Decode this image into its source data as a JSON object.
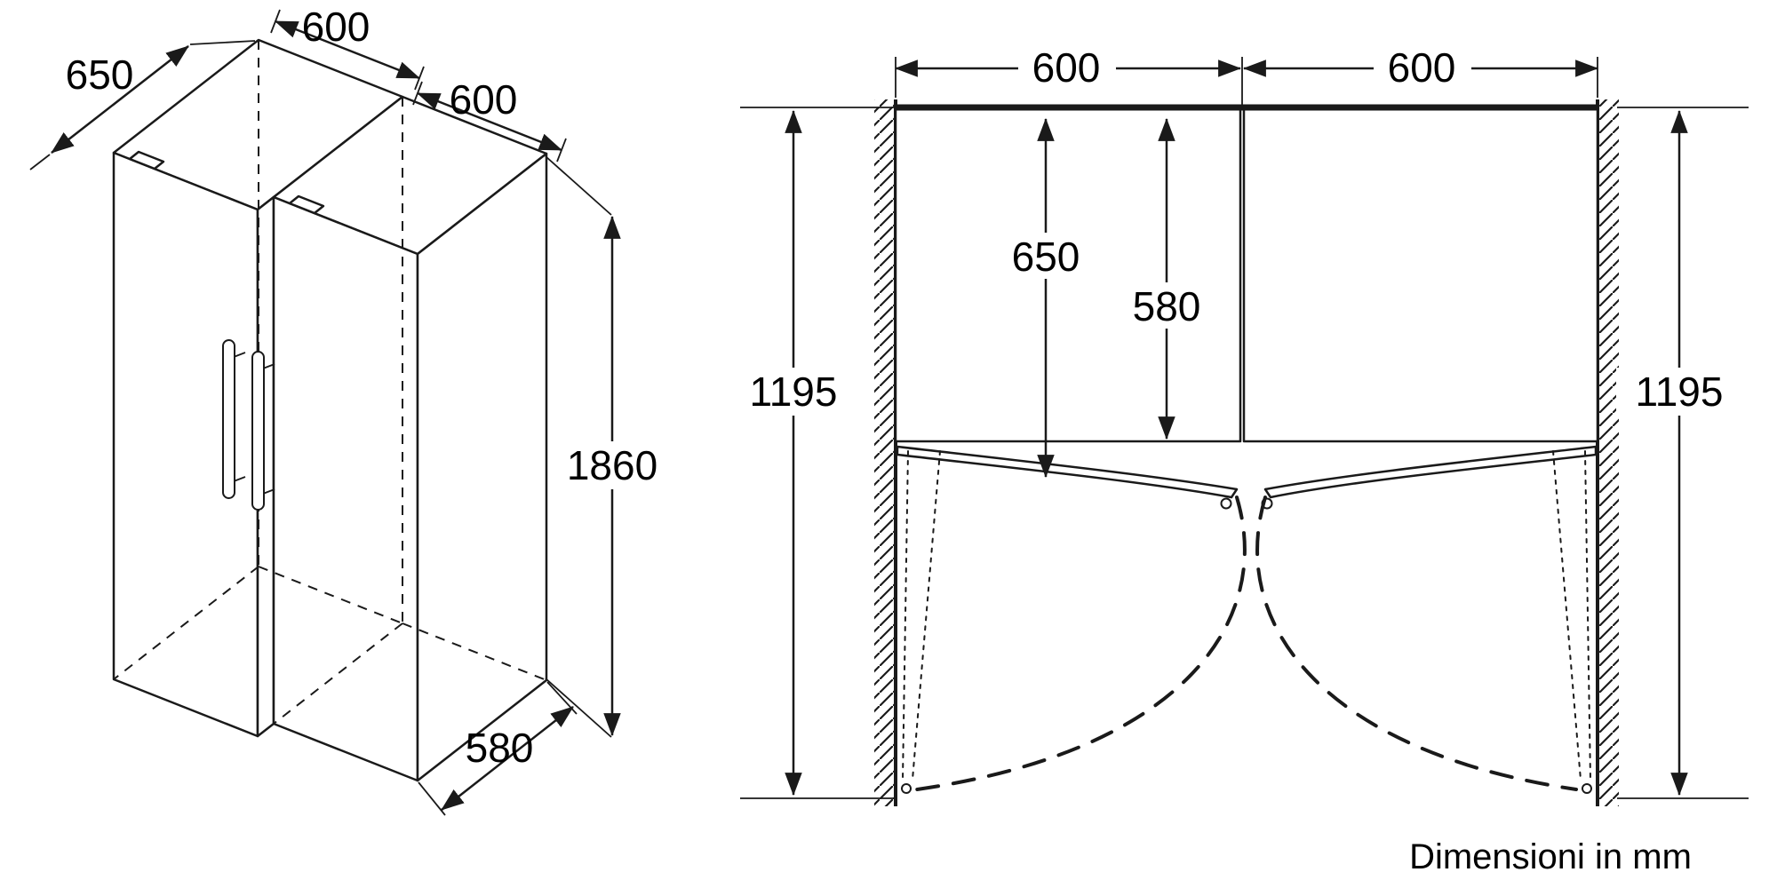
{
  "diagram": {
    "iso": {
      "depth_top": "650",
      "width_left": "600",
      "width_right": "600",
      "height": "1860",
      "depth_bottom": "580"
    },
    "plan": {
      "width_left": "600",
      "width_right": "600",
      "depth_total": "650",
      "depth_body": "580",
      "clearance_left": "1195",
      "clearance_right": "1195"
    },
    "footer_note": "Dimensioni in mm"
  },
  "colors": {
    "line": "#1a1a1a",
    "background": "#ffffff"
  }
}
